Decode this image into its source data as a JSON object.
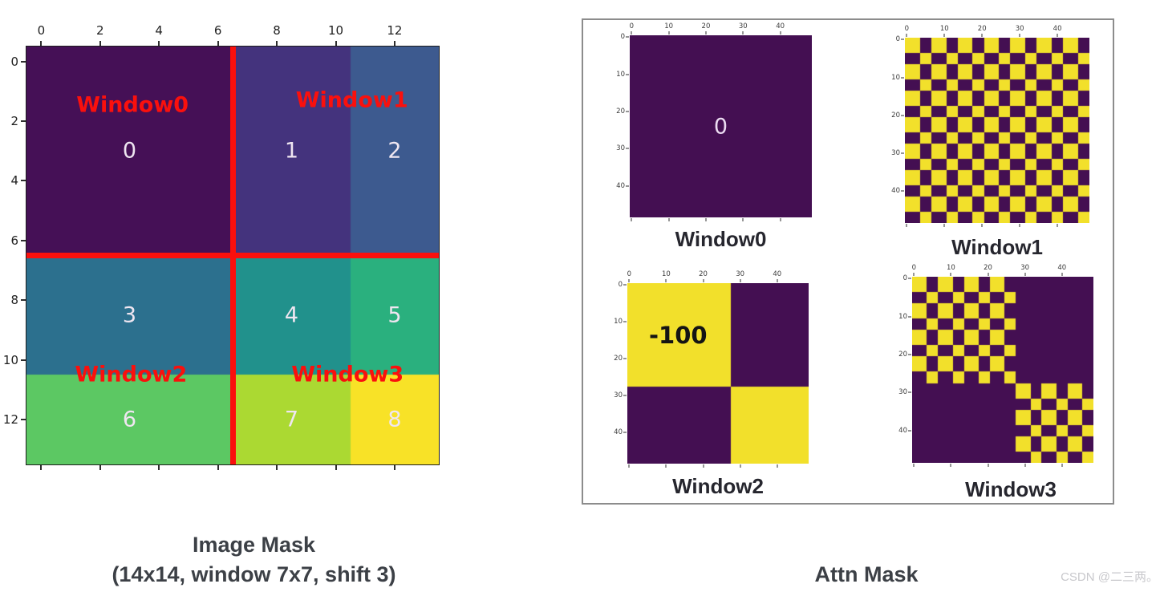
{
  "figure": {
    "watermark": "CSDN @二三两。"
  },
  "chart_data": [
    {
      "type": "heatmap",
      "title": "Image Mask",
      "subtitle": "(14x14, window 7x7, shift 3)",
      "grid_size": 14,
      "x_ticks": [
        0,
        2,
        4,
        6,
        8,
        10,
        12
      ],
      "y_ticks": [
        0,
        2,
        4,
        6,
        8,
        10,
        12
      ],
      "col_groups": [
        7,
        4,
        3
      ],
      "row_groups": [
        7,
        4,
        3
      ],
      "region_values": [
        [
          0,
          1,
          2
        ],
        [
          3,
          4,
          5
        ],
        [
          6,
          7,
          8
        ]
      ],
      "palette": {
        "0": "#451056",
        "1": "#44337d",
        "2": "#3d5a8f",
        "3": "#2c708e",
        "4": "#21918c",
        "5": "#2ab07e",
        "6": "#5cc863",
        "7": "#abd932",
        "8": "#f8e227"
      },
      "shift_boundary": {
        "after_col": 7,
        "after_row": 7,
        "color": "#fa100d"
      },
      "window_labels": [
        {
          "text": "Window0",
          "x": 3.1,
          "y": 1.45
        },
        {
          "text": "Window1",
          "x": 10.55,
          "y": 1.3
        },
        {
          "text": "Window2",
          "x": 3.05,
          "y": 10.5
        },
        {
          "text": "Window3",
          "x": 10.4,
          "y": 10.5
        }
      ],
      "value_labels": [
        {
          "text": "0",
          "x": 3,
          "y": 3
        },
        {
          "text": "1",
          "x": 8.5,
          "y": 3
        },
        {
          "text": "2",
          "x": 12,
          "y": 3
        },
        {
          "text": "3",
          "x": 3,
          "y": 8.5
        },
        {
          "text": "4",
          "x": 8.5,
          "y": 8.5
        },
        {
          "text": "5",
          "x": 12,
          "y": 8.5
        },
        {
          "text": "6",
          "x": 3,
          "y": 12
        },
        {
          "text": "7",
          "x": 8.5,
          "y": 12
        },
        {
          "text": "8",
          "x": 12,
          "y": 12
        }
      ]
    },
    {
      "type": "heatmap",
      "caption": "Attn Mask",
      "mask_size": 49,
      "x_ticks": [
        0,
        10,
        20,
        30,
        40
      ],
      "y_ticks": [
        0,
        10,
        20,
        30,
        40
      ],
      "subplots": [
        {
          "title": "Window0",
          "rows": [
            {
              "repeat": 7,
              "cols": [
                0,
                0,
                0,
                0,
                0,
                0,
                0
              ]
            }
          ],
          "same_color": "#440f52",
          "diff_color": "#440f52",
          "annotation": {
            "text": "0",
            "x": 0.5,
            "y": 0.5,
            "color": "#ecdcf2"
          }
        },
        {
          "title": "Window1",
          "rows": [
            {
              "repeat": 7,
              "cols": [
                1,
                1,
                1,
                1,
                2,
                2,
                2
              ]
            }
          ],
          "same_color": "#f2e02b",
          "diff_color": "#440f52"
        },
        {
          "title": "Window2",
          "rows": [
            {
              "repeat": 4,
              "cols": [
                3,
                3,
                3,
                3,
                3,
                3,
                3
              ]
            },
            {
              "repeat": 3,
              "cols": [
                6,
                6,
                6,
                6,
                6,
                6,
                6
              ]
            }
          ],
          "same_color": "#f2e02b",
          "diff_color": "#440f52",
          "annotation": {
            "text": "-100",
            "x": 0.28,
            "y": 0.29,
            "color": "#141414"
          }
        },
        {
          "title": "Window3",
          "rows": [
            {
              "repeat": 4,
              "cols": [
                4,
                4,
                4,
                4,
                5,
                5,
                5
              ]
            },
            {
              "repeat": 3,
              "cols": [
                7,
                7,
                7,
                7,
                8,
                8,
                8
              ]
            }
          ],
          "same_color": "#f2e02b",
          "diff_color": "#440f52"
        }
      ]
    }
  ]
}
